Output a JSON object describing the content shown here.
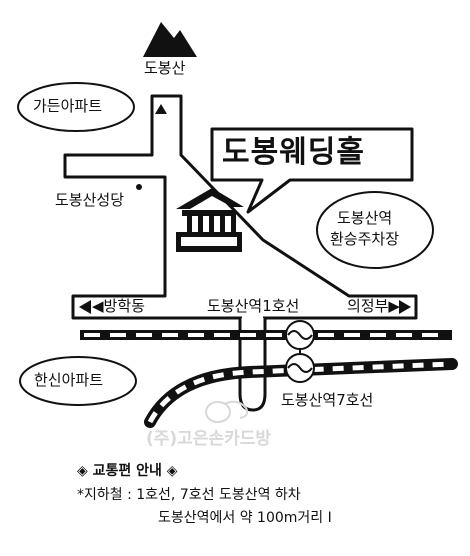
{
  "labels": {
    "mountain": "도봉산",
    "garden_apt": "가든아파트",
    "cathedral": "도봉산성당",
    "parking": [
      "도봉산역",
      "환승주차장"
    ],
    "left_dir": "◀방학동",
    "station_line1": "도봉산역1호선",
    "right_dir": "의정부▶",
    "hanshin_apt": "한신아파트",
    "station_line7": "도봉산역7호선"
  },
  "venue_name": "도봉웨딩홀",
  "watermark": "(주)고은손카드방",
  "guide": {
    "title": "◈ 교통편 안내 ◈",
    "line1": "*지하철 : 1호선, 7호선 도봉산역 하차",
    "line2": "도봉산역에서 약 100m거리 I"
  },
  "colors": {
    "ink": "#111111",
    "watermark": "#d8d8d8",
    "paper": "#ffffff"
  }
}
